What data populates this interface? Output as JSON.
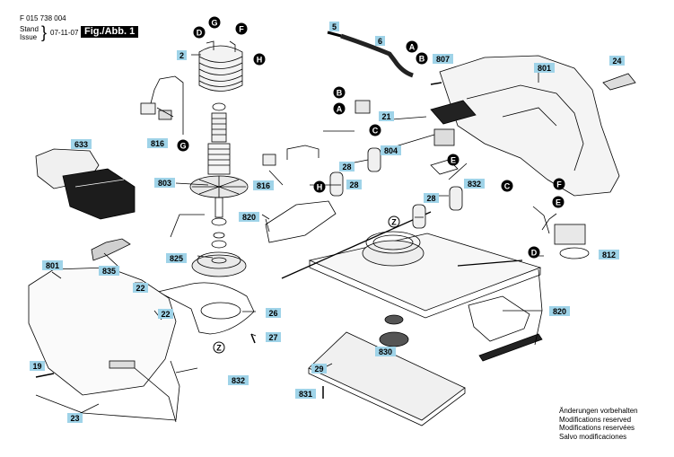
{
  "header": {
    "doc_number": "F 015 738 004",
    "stand_label": "Stand",
    "issue_label": "Issue",
    "date": "07-11-07",
    "figure_label": "Fig./Abb. 1"
  },
  "notes": [
    "Änderungen vorbehalten",
    "Modifications reserved",
    "Modifications reservées",
    "Salvo modificaciones"
  ],
  "part_labels": [
    "5",
    "6",
    "807",
    "801",
    "24",
    "2",
    "633",
    "816",
    "803",
    "816",
    "28",
    "28",
    "21",
    "804",
    "832",
    "28",
    "820",
    "825",
    "835",
    "22",
    "22",
    "26",
    "27",
    "801",
    "19",
    "832",
    "23",
    "29",
    "830",
    "831",
    "812",
    "820"
  ],
  "connector_letters": [
    "D",
    "G",
    "F",
    "H",
    "G",
    "A",
    "B",
    "B",
    "A",
    "C",
    "H",
    "E",
    "Z",
    "Z",
    "C",
    "F",
    "E",
    "D"
  ],
  "label_color": "#9fd3e8"
}
